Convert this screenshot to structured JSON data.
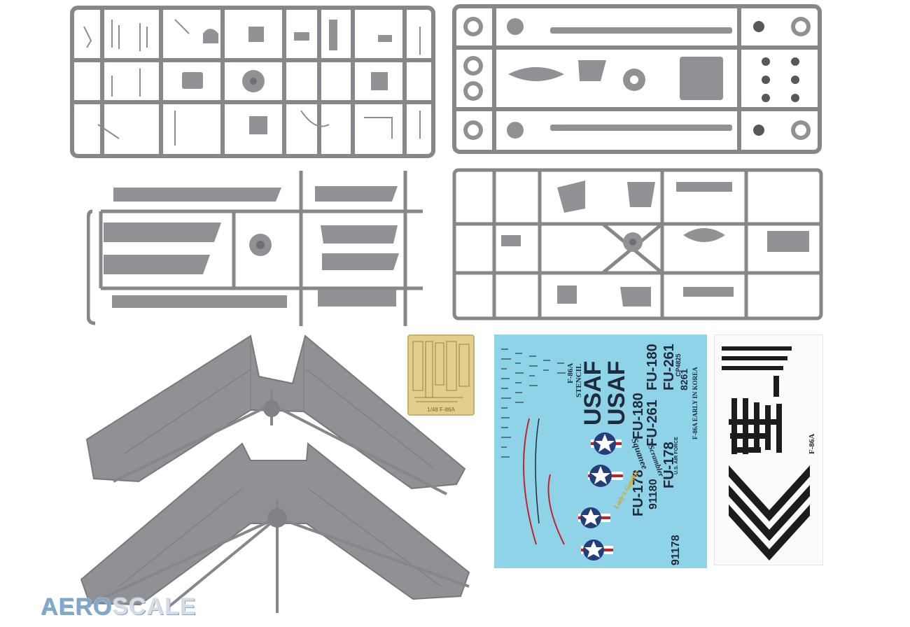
{
  "image": {
    "background": "#ffffff",
    "plastic_color": "#8f9194",
    "sprue_dark": "#7a7c7f",
    "photo_etch_color": "#e2cf8f",
    "decal_background": "#8fd3e8",
    "decal_ink": "#1f2a3a",
    "roundel_blue": "#233e7a",
    "roundel_red": "#c0242b"
  },
  "decal_sheet": {
    "usaf_1": "USAF",
    "usaf_2": "USAF",
    "fu_180a": "FU-180",
    "fu_180b": "FU-180",
    "fu_261a": "FU-261",
    "fu_261b": "FU-261",
    "fu_178a": "FU-178",
    "fu_178b": "FU-178",
    "serial_91180": "91180",
    "serial_91178": "91178",
    "serial_8261": "8261",
    "model": "F-86A",
    "stencil": "STENCIL",
    "early_in_korea": "F-86A EARLY IN KOREA",
    "cp": "CP4825",
    "us_air_force": "U.S. AIR FORCE",
    "squanee": "Squanee",
    "scrambler": "\"Scrambler\"",
    "lady": "Lady's Gamble"
  },
  "stripe_sheet": {
    "model": "F-86A"
  },
  "photo_etch": {
    "label": "1/48 F-86A"
  },
  "watermark": {
    "part1": "AERO",
    "part2": "SCALE"
  }
}
